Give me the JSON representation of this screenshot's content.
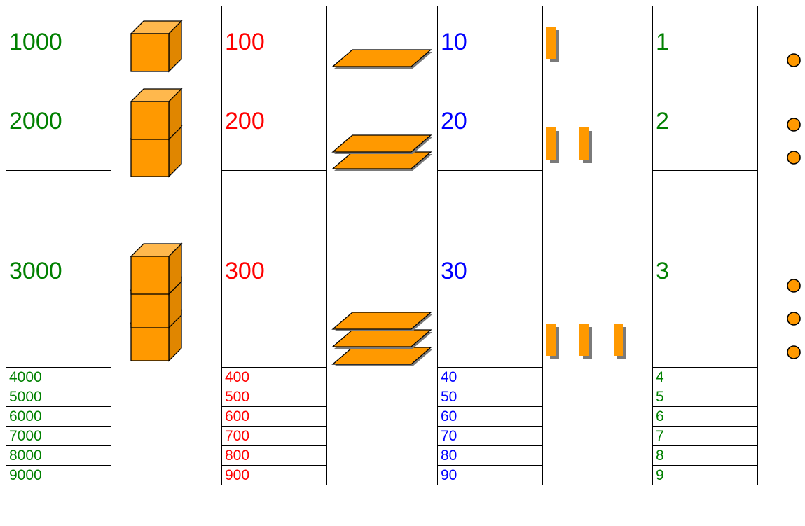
{
  "colors": {
    "thousands": "#008000",
    "hundreds": "#ff0000",
    "tens": "#0000ff",
    "ones": "#008000",
    "block": "#ff9900"
  },
  "columns": [
    {
      "name": "thousands",
      "values": [
        "1000",
        "2000",
        "3000",
        "4000",
        "5000",
        "6000",
        "7000",
        "8000",
        "9000"
      ]
    },
    {
      "name": "hundreds",
      "values": [
        "100",
        "200",
        "300",
        "400",
        "500",
        "600",
        "700",
        "800",
        "900"
      ]
    },
    {
      "name": "tens",
      "values": [
        "10",
        "20",
        "30",
        "40",
        "50",
        "60",
        "70",
        "80",
        "90"
      ]
    },
    {
      "name": "ones",
      "values": [
        "1",
        "2",
        "3",
        "4",
        "5",
        "6",
        "7",
        "8",
        "9"
      ]
    }
  ],
  "icons": {
    "cube": "thousand-cube-icon",
    "flat": "hundred-flat-icon",
    "rod": "ten-rod-icon",
    "unit": "unit-dot-icon"
  }
}
